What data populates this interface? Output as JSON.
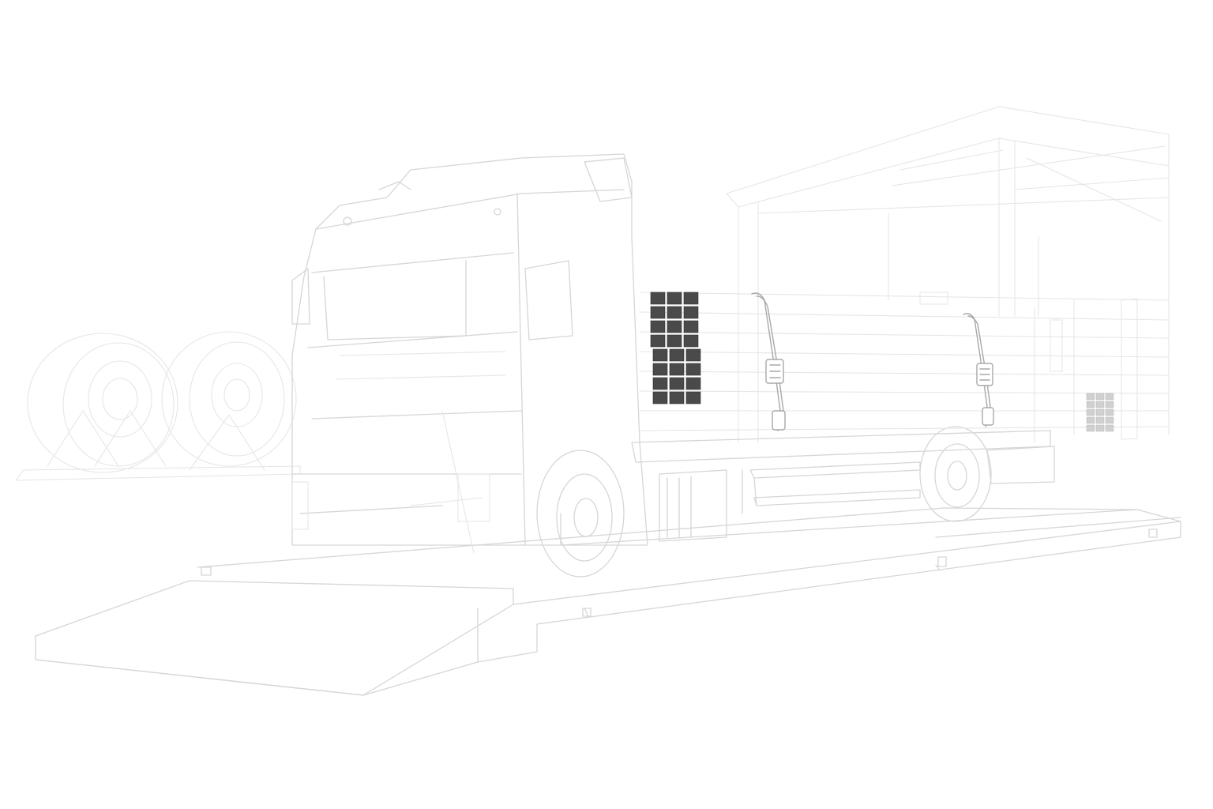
{
  "scene": {
    "description_free": true,
    "colors": {
      "background": "#ffffff",
      "outline": "#d6d6d6",
      "outline_soft": "#e6e6e6",
      "accent_dark": "#4a4a4a",
      "strap": "#a8a8a8"
    },
    "load_grid": {
      "columns": 3,
      "rows": 8
    },
    "small_grid": {
      "columns": 3,
      "rows": 5
    }
  }
}
